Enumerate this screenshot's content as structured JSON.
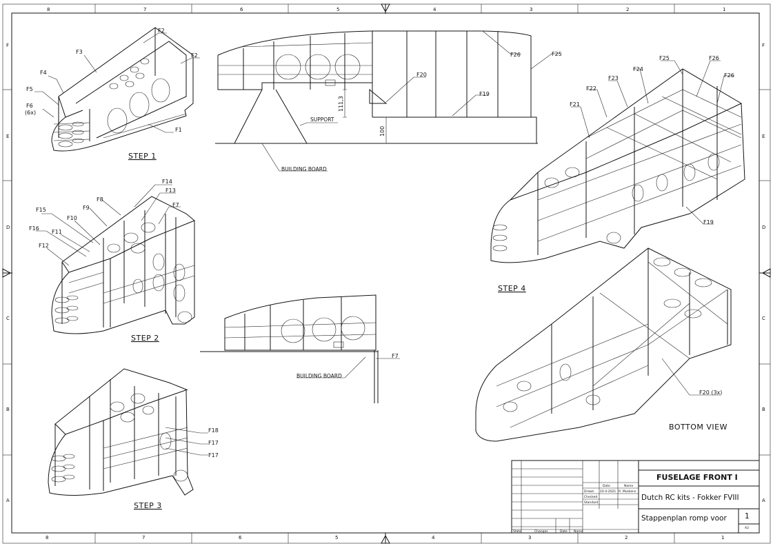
{
  "sheet": {
    "col_labels": [
      "8",
      "7",
      "6",
      "5",
      "4",
      "3",
      "2",
      "1"
    ],
    "row_labels": [
      "F",
      "E",
      "D",
      "C",
      "B",
      "A"
    ]
  },
  "steps": {
    "step1": "STEP 1",
    "step2": "STEP 2",
    "step3": "STEP 3",
    "step4": "STEP 4",
    "bottom_view": "BOTTOM VIEW"
  },
  "callouts": {
    "s1": [
      "F2",
      "F3",
      "F2",
      "F4",
      "F5",
      "F6",
      "(6x)",
      "F1"
    ],
    "side": [
      "F26",
      "F25",
      "F20",
      "F19",
      "SUPPORT",
      "BUILDING BOARD"
    ],
    "dims": [
      "111,3",
      "100"
    ],
    "s2": [
      "F14",
      "F13",
      "F8",
      "F9",
      "F7",
      "F15",
      "F10",
      "F16",
      "F11",
      "F12"
    ],
    "side2": [
      "F7",
      "BUILDING BOARD"
    ],
    "s3": [
      "F18",
      "F17",
      "F17"
    ],
    "s4": [
      "F25",
      "F26",
      "F24",
      "F23",
      "F26",
      "F22",
      "F21",
      "F19"
    ],
    "bottom": [
      "F20 (3x)"
    ]
  },
  "title_block": {
    "title": "FUSELAGE FRONT I",
    "company": "Dutch RC kits - Fokker FVIII",
    "subtitle": "Stappenplan romp voor",
    "sheet_no": "1",
    "format": "A2",
    "date_hdr": "Date",
    "name_hdr": "Name",
    "drawn": "Drawn",
    "checked": "Checked",
    "standard": "Standard",
    "date": "10-4-2021",
    "name": "R. Muskens",
    "state": "State",
    "changes": "Changes",
    "date2": "Date",
    "name2": "Name"
  }
}
